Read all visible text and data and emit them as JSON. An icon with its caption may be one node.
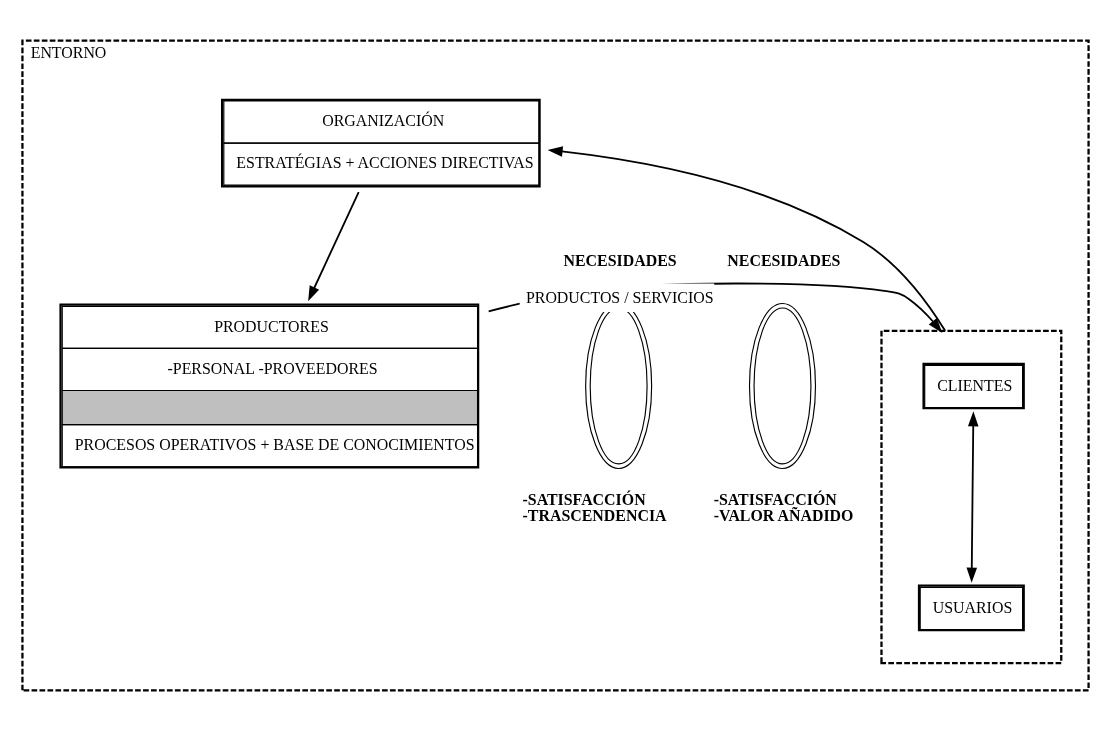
{
  "diagram": {
    "nodes": [
      {
        "text": [
          "ENTORNO"
        ]
      },
      {
        "text": [
          "ORGANIZACIÓN",
          "ESTRATÉGIAS + ACCIONES DIRECTIVAS"
        ],
        "in": 0
      },
      {
        "text": [
          "PRODUCTORES",
          "-PERSONAL -PROVEEDORES",
          "PROCESOS OPERATIVOS + BASE DE CONOCIMIENTOS"
        ],
        "in": 0
      },
      {
        "text": [],
        "shape": "ellipse",
        "beside": [
          "NECESIDADES",
          "-SATISFACCIÓN -TRASCENDENCIA"
        ],
        "in": 0
      },
      {
        "text": [],
        "shape": "ellipse",
        "beside": [
          "NECESIDADES",
          "-SATISFACCIÓN -VALOR AÑADIDO"
        ],
        "in": 0
      },
      {
        "text": [],
        "shape": "box",
        "in": 0
      },
      {
        "text": [
          "CLIENTES"
        ],
        "in": 5
      },
      {
        "text": [
          "USUARIOS"
        ],
        "in": 5
      }
    ],
    "edges": [
      {
        "from": 1,
        "to": 2,
        "arrow": "to"
      },
      {
        "from": 5,
        "to": 1,
        "arrow": "to"
      },
      {
        "from": 2,
        "to": 5,
        "arrow": "to",
        "label": "PRODUCTOS / SERVICIOS"
      },
      {
        "from": 6,
        "to": 7,
        "arrow": "both"
      }
    ]
  }
}
